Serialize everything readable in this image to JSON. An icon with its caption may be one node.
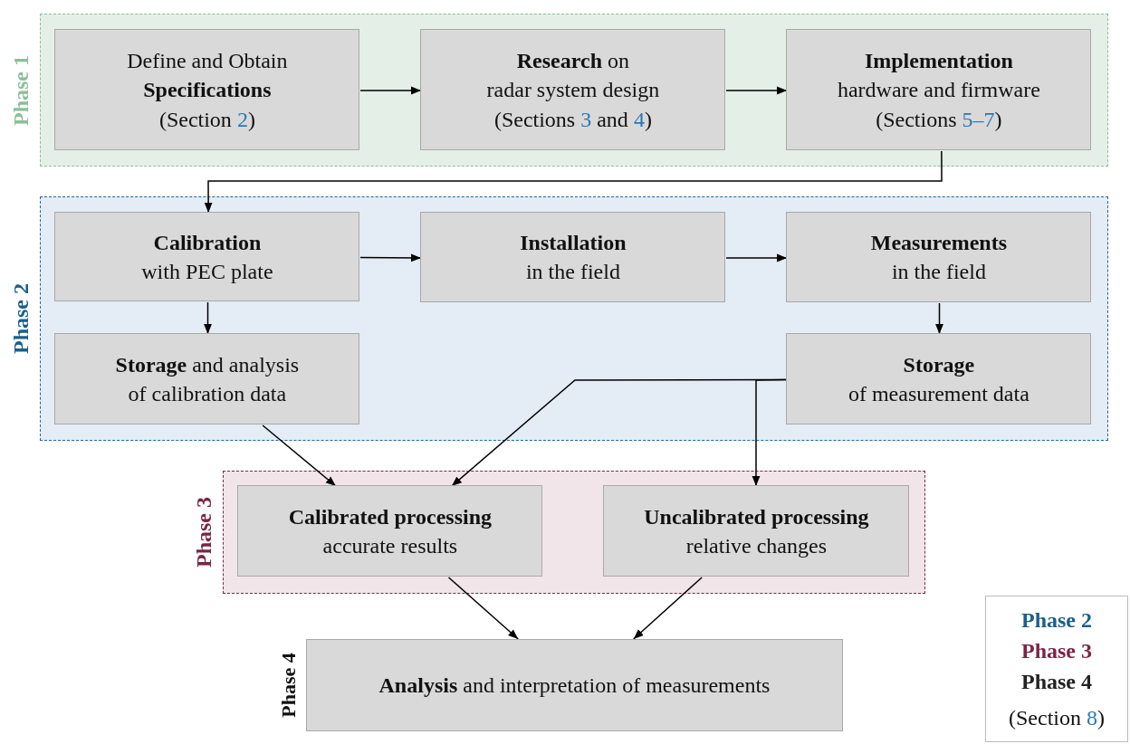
{
  "diagram": {
    "nodes": [
      {
        "text": [
          "Phase 1"
        ]
      },
      {
        "text": [
          "Define and Obtain **Specifications**",
          "(Section 2)"
        ],
        "in": 0
      },
      {
        "text": [
          "**Research** on",
          "radar system design",
          "(Sections 3 and 4)"
        ],
        "in": 0
      },
      {
        "text": [
          "Implementation",
          "hardware and firmware",
          "(Sections 5–7)"
        ],
        "in": 0
      },
      {
        "text": [
          "Phase 2"
        ]
      },
      {
        "text": [
          "Calibration",
          "with PEC plate"
        ],
        "in": 4
      },
      {
        "text": [
          "Installation",
          "in the field"
        ],
        "in": 4
      },
      {
        "text": [
          "Measurements",
          "in the field"
        ],
        "in": 4
      },
      {
        "text": [
          "**Storage** and analysis",
          "of calibration data"
        ],
        "in": 4
      },
      {
        "text": [
          "Storage",
          "of measurement data"
        ],
        "in": 4
      },
      {
        "text": [
          "Phase 3"
        ]
      },
      {
        "text": [
          "Calibrated processing",
          "accurate results"
        ],
        "in": 10
      },
      {
        "text": [
          "Uncalibrated processing",
          "relative changes"
        ],
        "in": 10
      },
      {
        "text": [
          "**Analysis** and interpretation of measurements"
        ],
        "beside": [
          "Phase 4"
        ]
      },
      {
        "text": [
          "Phase 2",
          "Phase 3",
          "Phase 4",
          "(Section 8)"
        ]
      }
    ],
    "edges": [
      {
        "from": 1,
        "to": 2,
        "arrow": "to"
      },
      {
        "from": 2,
        "to": 3,
        "arrow": "to"
      },
      {
        "from": 3,
        "to": 5,
        "arrow": "to"
      },
      {
        "from": 5,
        "to": 6,
        "arrow": "to"
      },
      {
        "from": 6,
        "to": 7,
        "arrow": "to"
      },
      {
        "from": 5,
        "to": 8,
        "arrow": "to"
      },
      {
        "from": 7,
        "to": 9,
        "arrow": "to"
      },
      {
        "from": 8,
        "to": 11,
        "arrow": "to"
      },
      {
        "from": 9,
        "to": 11,
        "arrow": "to"
      },
      {
        "from": 9,
        "to": 12,
        "arrow": "to"
      },
      {
        "from": 11,
        "to": 13,
        "arrow": "to"
      },
      {
        "from": 12,
        "to": 13,
        "arrow": "to"
      }
    ]
  }
}
